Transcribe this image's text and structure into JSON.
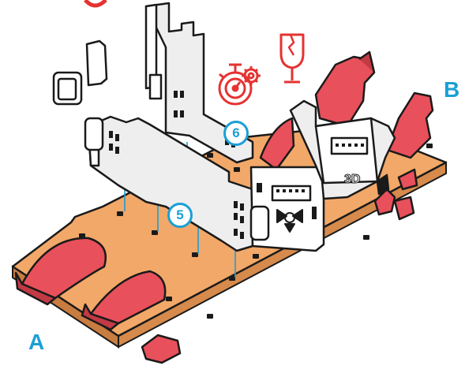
{
  "labels": {
    "end_a": "A",
    "end_b": "B"
  },
  "steps": {
    "step_5": "5",
    "step_6": "6"
  },
  "icons": [
    "timer-gear-icon",
    "fragile-glass-icon"
  ],
  "colors": {
    "base_board": "#f2a868",
    "cradle": "#e8505b",
    "frame": "#eeeeee",
    "accent": "#1a9fd6",
    "warning": "#e63232",
    "outline": "#1a1a1a"
  }
}
